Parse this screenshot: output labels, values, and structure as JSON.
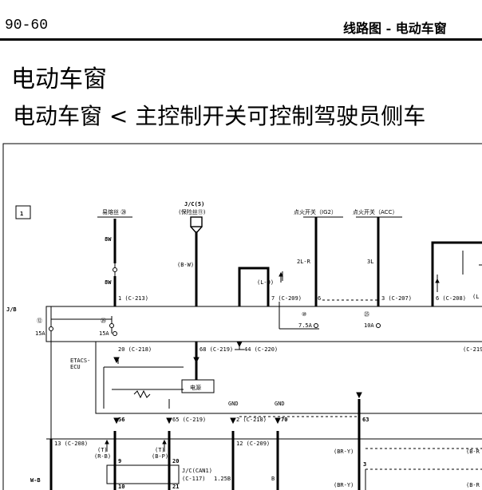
{
  "header": {
    "page_number": "90-60",
    "section_title": "线路图 - 电动车窗"
  },
  "title": "电动车窗",
  "subtitle": "电动车窗 < 主控制开关可控制驾驶员侧车",
  "diagram": {
    "box_number": "1",
    "sources": {
      "fuse_top": "易熔丝 ⑳",
      "jc5": "J/C(5)",
      "jc5_sub": "(保险丝⑪)",
      "ig2": "点火开关（IG2）",
      "acc": "点火开关（ACC）"
    },
    "wires": {
      "w8w_a": "8W",
      "w8w_b": "8W",
      "bw": "(B-W)",
      "lo": "(L-O)",
      "l2r": "2L-R",
      "l3": "3L",
      "wb": "W-B",
      "rb": "(R-B)",
      "bp": "(B-P)",
      "t1": "(T)",
      "t2": "(T)",
      "b125": "1.25B",
      "b": "B",
      "bry1": "(BR-Y)",
      "bry2": "(BR-Y)",
      "brr1": "(B-R",
      "brr2": "(B-R",
      "lx": "(L"
    },
    "connectors": {
      "c213": "1 (C-213)",
      "c209": "7 (C-209)",
      "pin6a": "6",
      "c207": "3 (C-207)",
      "c208a": "6 (C-208)",
      "c218": "20 (C-218)",
      "c219a": "68 (C-219)",
      "c220": "44 (C-220)",
      "c219b": "(C-219",
      "p56": "56",
      "c219c": "65 (C-219)",
      "c218b": "2 (C-218)",
      "p70": "70",
      "p63": "63",
      "c208b": "13 (C-208)",
      "c209b": "12 (C-209)",
      "p9": "9",
      "p20": "20",
      "p3": "3",
      "p10": "10",
      "p21": "21",
      "jccan": "J/C(CAN1)",
      "c117": "(C-117)"
    },
    "fuses": {
      "f12": "⑫",
      "f12_rating": "15A",
      "f26": "㉖",
      "f26_rating": "15A",
      "f10": "⑩",
      "f10_rating": "7.5A",
      "f25": "㉕",
      "f25_rating": "10A"
    },
    "labels": {
      "jb": "J/B",
      "ecu1": "ETACS-",
      "ecu2": "ECU",
      "power": "电源",
      "gnd1": "GND",
      "gnd2": "GND"
    }
  }
}
